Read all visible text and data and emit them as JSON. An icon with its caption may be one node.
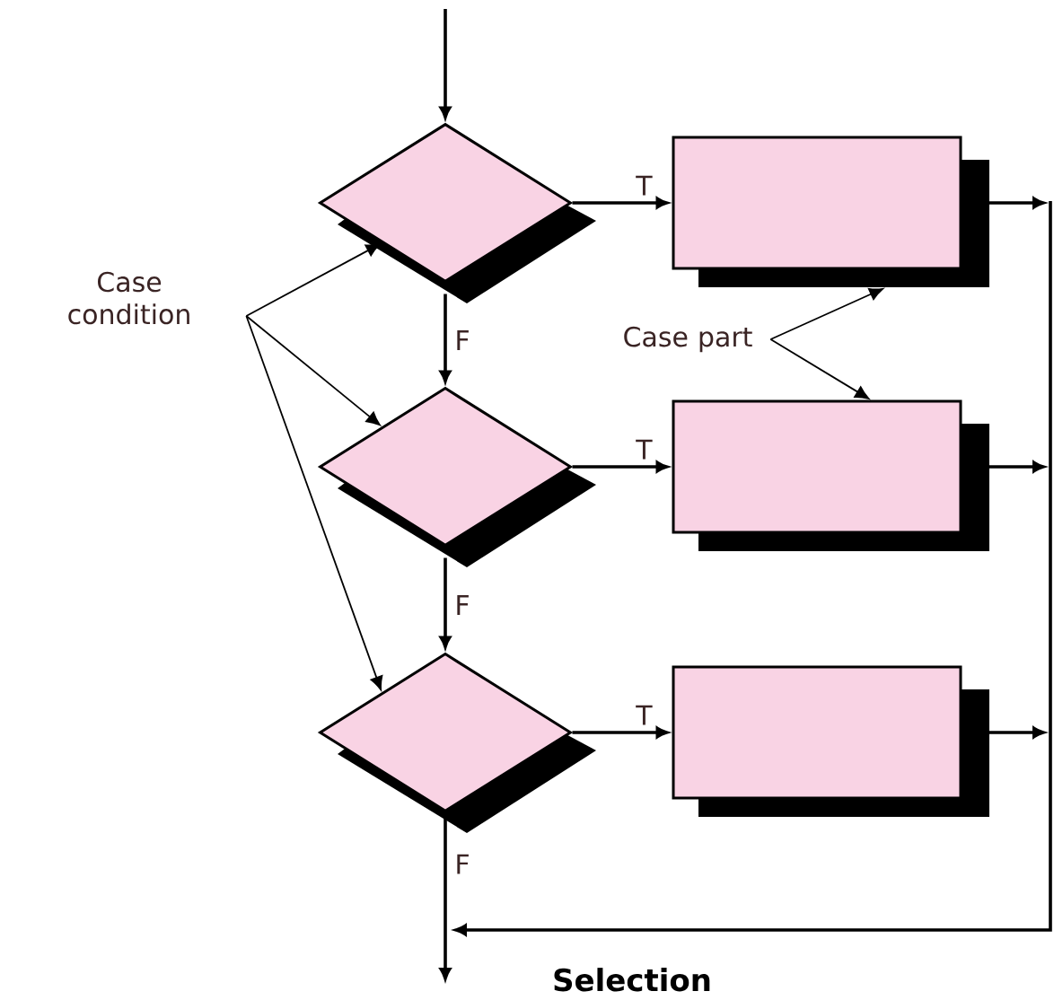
{
  "diagram": {
    "caption": "Selection",
    "nodes": [
      {
        "text": [
          "Case condition"
        ]
      },
      {
        "text": [
          "Case part"
        ]
      },
      {
        "text": [],
        "shape": "diamond"
      },
      {
        "text": [],
        "shape": "diamond"
      },
      {
        "text": [],
        "shape": "diamond"
      },
      {
        "text": [],
        "shape": "box"
      },
      {
        "text": [],
        "shape": "box"
      },
      {
        "text": [],
        "shape": "box"
      }
    ],
    "edges": [
      {
        "from": null,
        "to": 2,
        "arrow": "to"
      },
      {
        "from": 2,
        "to": 5,
        "arrow": "to",
        "label": "T"
      },
      {
        "from": 2,
        "to": 3,
        "arrow": "to",
        "label": "F"
      },
      {
        "from": 3,
        "to": 6,
        "arrow": "to",
        "label": "T"
      },
      {
        "from": 3,
        "to": 4,
        "arrow": "to",
        "label": "F"
      },
      {
        "from": 4,
        "to": 7,
        "arrow": "to",
        "label": "T"
      },
      {
        "from": 4,
        "to": null,
        "arrow": "to",
        "label": "F"
      },
      {
        "from": 5,
        "to": null,
        "arrow": "to"
      },
      {
        "from": 6,
        "to": null,
        "arrow": "to"
      },
      {
        "from": 7,
        "to": null,
        "arrow": "to"
      },
      {
        "from": 0,
        "to": 2,
        "arrow": "to"
      },
      {
        "from": 0,
        "to": 3,
        "arrow": "to"
      },
      {
        "from": 0,
        "to": 4,
        "arrow": "to"
      },
      {
        "from": 1,
        "to": 5,
        "arrow": "to"
      },
      {
        "from": 1,
        "to": 6,
        "arrow": "to"
      }
    ]
  }
}
